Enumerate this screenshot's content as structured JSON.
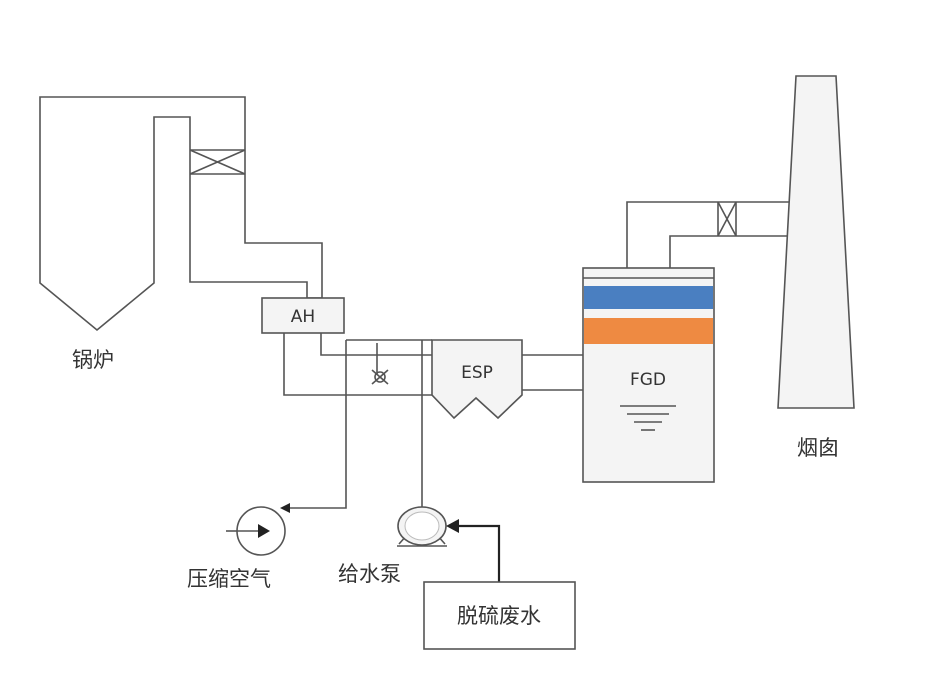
{
  "labels": {
    "boiler": "锅炉",
    "air_heater": "AH",
    "esp": "ESP",
    "fgd": "FGD",
    "chimney": "烟囱",
    "compressed_air": "压缩空气",
    "feed_pump": "给水泵",
    "desulfurization_wastewater": "脱硫废水"
  },
  "colors": {
    "fgd_blue_layer": "#4a7fc1",
    "fgd_orange_layer": "#ee8a42",
    "line": "#555555"
  }
}
